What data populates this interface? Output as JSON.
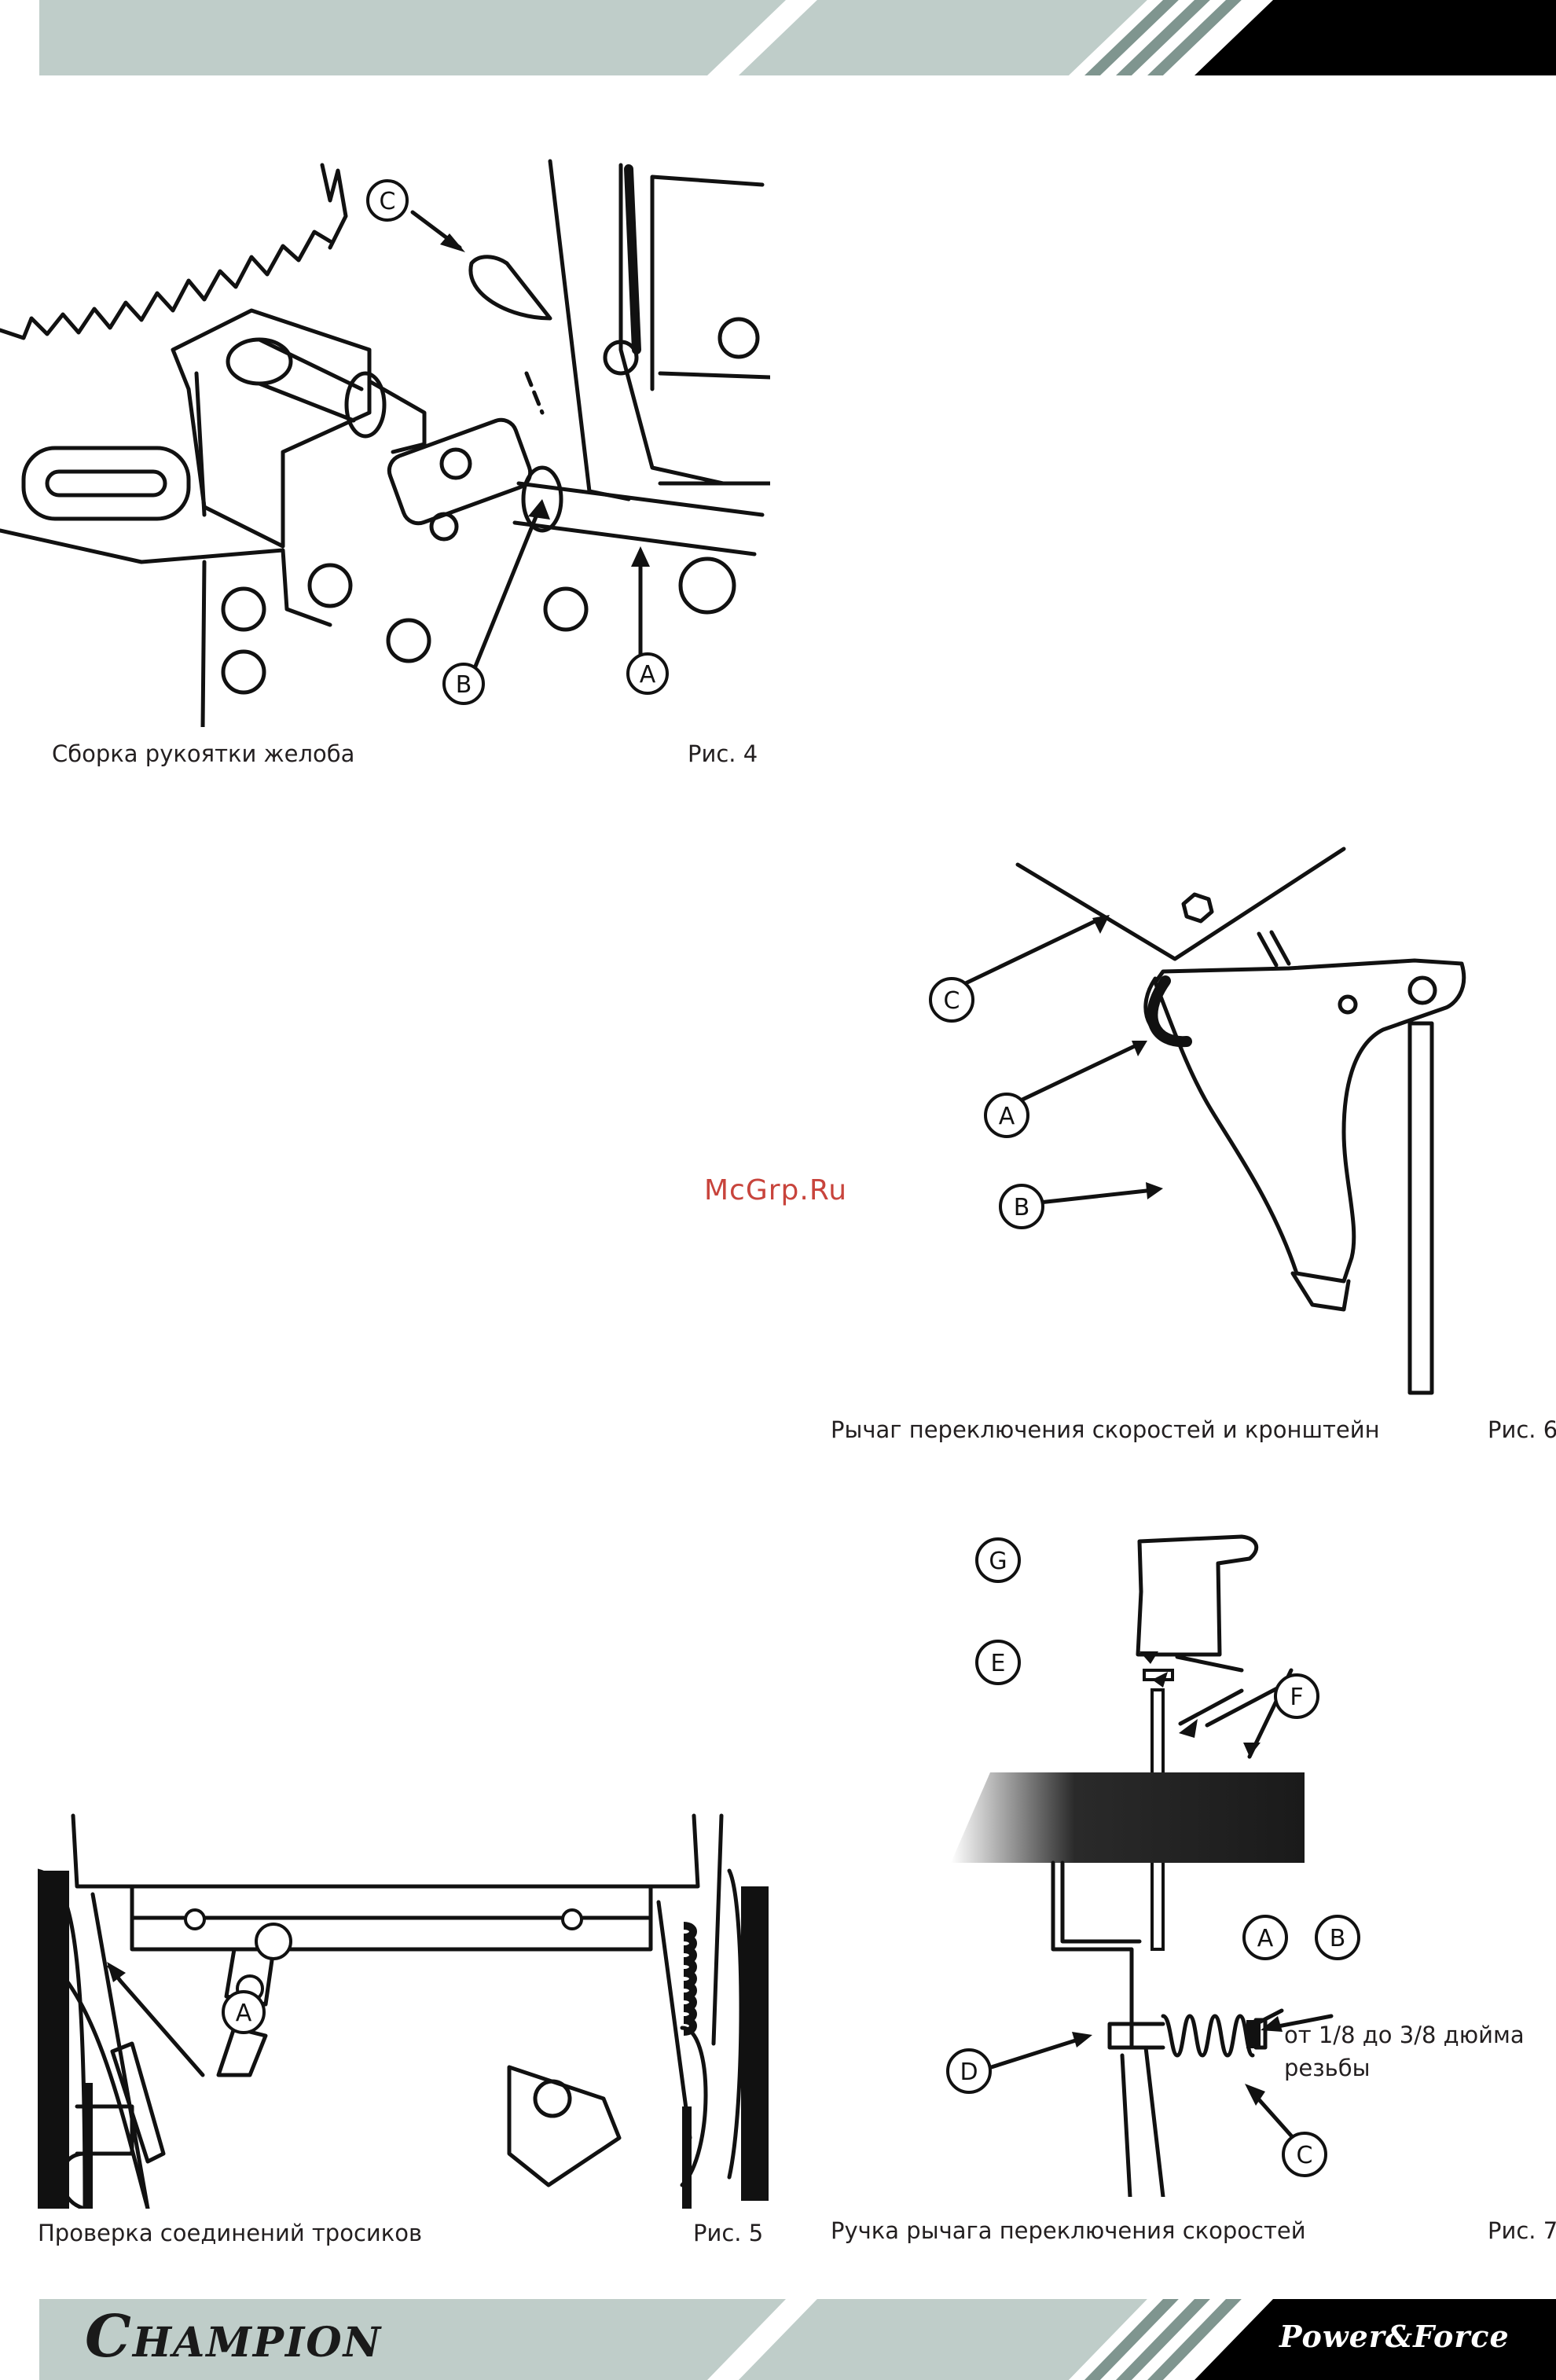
{
  "header": {
    "stripe_light": "#bfcdc9",
    "stripe_dark": "#7f958f",
    "block": "#000000"
  },
  "fig4": {
    "caption": "Сборка рукоятки желоба",
    "number": "Рис. 4",
    "callouts": [
      "C",
      "B",
      "A"
    ]
  },
  "fig5": {
    "caption": "Проверка соединений тросиков",
    "number": "Рис. 5",
    "callouts": [
      "A"
    ]
  },
  "fig6": {
    "caption": "Рычаг переключения скоростей и кронштейн",
    "number": "Рис. 6",
    "callouts": [
      "C",
      "A",
      "B"
    ]
  },
  "fig7": {
    "caption": "Ручка рычага переключения скоростей",
    "number": "Рис. 7",
    "callouts": [
      "G",
      "E",
      "F",
      "A",
      "B",
      "D",
      "C"
    ],
    "note_line1": "от 1/8 до 3/8 дюйма",
    "note_line2": "резьбы"
  },
  "watermark": "McGrp.Ru",
  "footer": {
    "brand": "Champion",
    "tagline": "Power&Force"
  }
}
